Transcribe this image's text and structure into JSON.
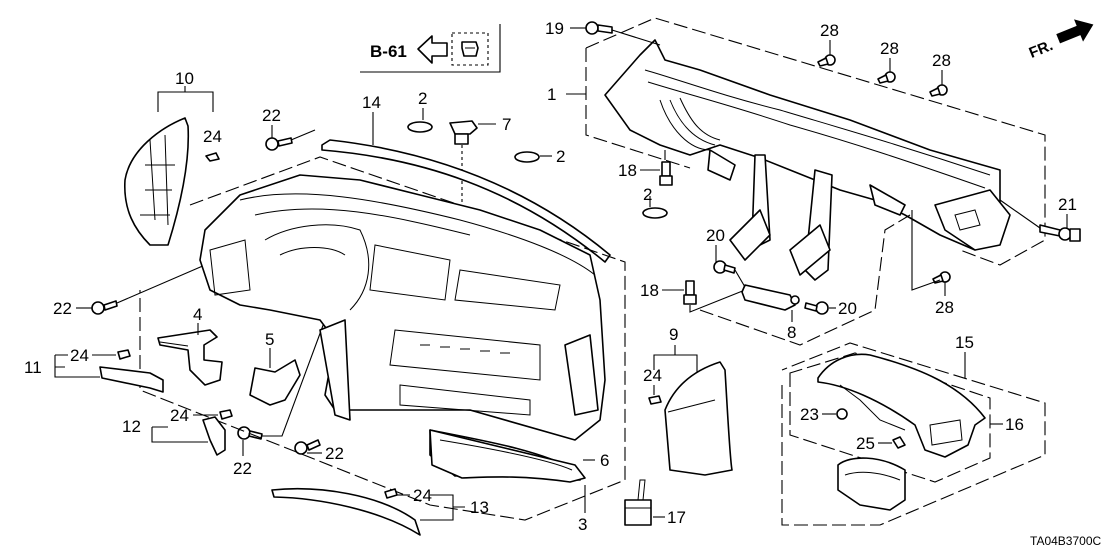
{
  "diagram": {
    "title": "Instrument Panel Parts Diagram",
    "reference": {
      "label": "B-61",
      "arrow_icon": "hollow-arrow-left-icon",
      "clip_icon": "clip-icon"
    },
    "direction_indicator": {
      "label": "FR.",
      "icon": "front-arrow-icon"
    },
    "diagram_code": "TA04B3700C",
    "callouts": {
      "c1": "1",
      "c2a": "2",
      "c2b": "2",
      "c2c": "2",
      "c3": "3",
      "c4": "4",
      "c5": "5",
      "c6": "6",
      "c7": "7",
      "c8": "8",
      "c9": "9",
      "c10": "10",
      "c11": "11",
      "c12": "12",
      "c13": "13",
      "c14": "14",
      "c15": "15",
      "c16": "16",
      "c17": "17",
      "c18a": "18",
      "c18b": "18",
      "c19": "19",
      "c20a": "20",
      "c20b": "20",
      "c21": "21",
      "c22a": "22",
      "c22b": "22",
      "c22c": "22",
      "c22d": "22",
      "c23": "23",
      "c24a": "24",
      "c24b": "24",
      "c24c": "24",
      "c24d": "24",
      "c24e": "24",
      "c25": "25",
      "c28a": "28",
      "c28b": "28",
      "c28c": "28",
      "c28d": "28"
    }
  }
}
